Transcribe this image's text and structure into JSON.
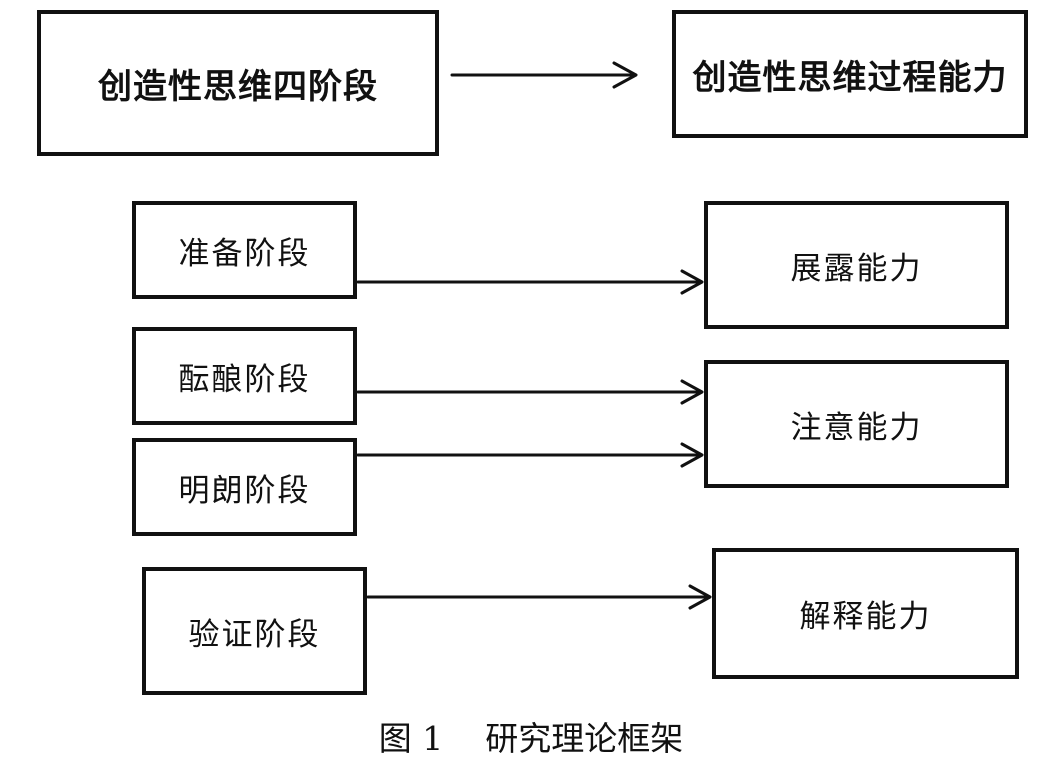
{
  "header": {
    "left_label": "创造性思维四阶段",
    "right_label": "创造性思维过程能力"
  },
  "stages": [
    {
      "label": "准备阶段"
    },
    {
      "label": "酝酿阶段"
    },
    {
      "label": "明朗阶段"
    },
    {
      "label": "验证阶段"
    }
  ],
  "abilities": [
    {
      "label": "展露能力"
    },
    {
      "label": "注意能力"
    },
    {
      "label": "解释能力"
    }
  ],
  "caption": {
    "number": "图 1",
    "title": "研究理论框架"
  }
}
